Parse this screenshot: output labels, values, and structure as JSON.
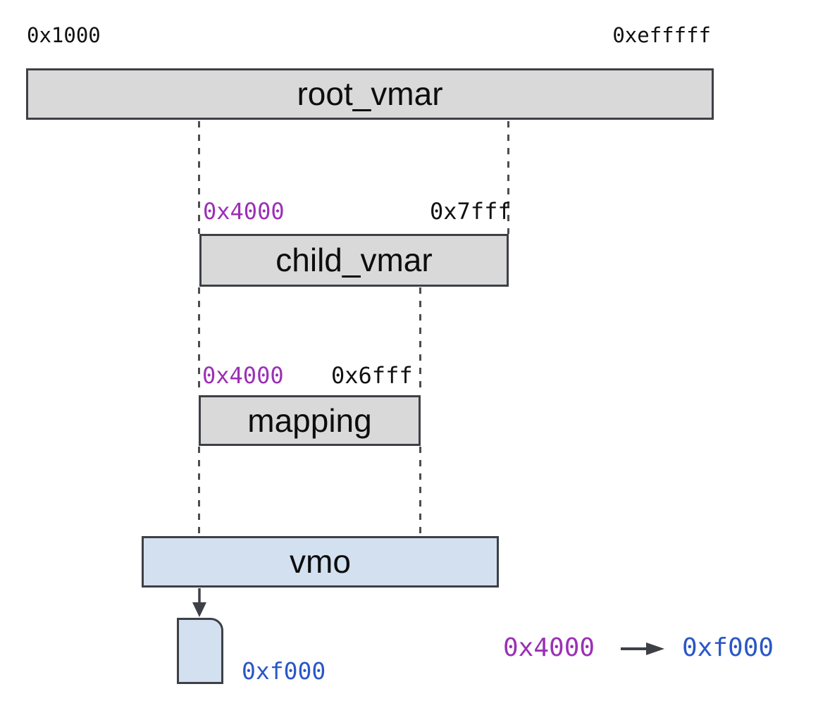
{
  "address_space": {
    "start_label": "0x1000",
    "end_label": "0xefffff"
  },
  "boxes": {
    "root_vmar": {
      "label": "root_vmar"
    },
    "child_vmar": {
      "label": "child_vmar",
      "start": "0x4000",
      "end": "0x7fff"
    },
    "mapping": {
      "label": "mapping",
      "start": "0x4000",
      "end": "0x6fff"
    },
    "vmo": {
      "label": "vmo"
    },
    "page": {
      "address": "0xf000"
    }
  },
  "legend": {
    "source": "0x4000",
    "target": "0xf000"
  },
  "colors": {
    "region_fill": "#d9d9d9",
    "vmo_fill": "#d3e0f0",
    "border": "#3d4045",
    "offset_purple": "#9b30b5",
    "address_blue": "#2a56c6",
    "text_dark": "#111111",
    "dashed_line": "#4d4d4d"
  }
}
